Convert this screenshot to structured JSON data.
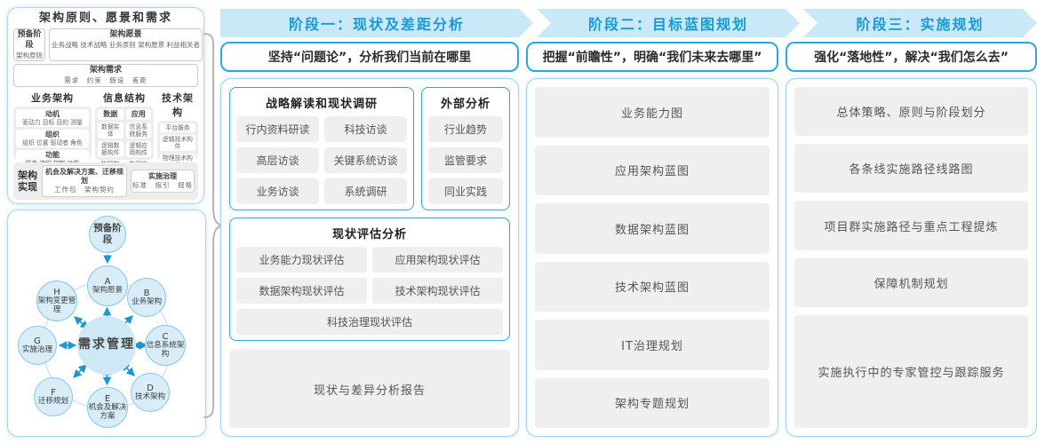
{
  "colors": {
    "accent_blue": "#29a8e0",
    "band_bg": "#c9e8f8",
    "band_text": "#189ad6",
    "gray_box": "#efefef",
    "circle_fill": "#d9edf9",
    "arrow_blue": "#1f97d4"
  },
  "left_panel": {
    "title": "架构原则、愿景和需求",
    "prep_box": {
      "title": "预备阶段",
      "sub": "架构原则"
    },
    "vision_box": {
      "title": "架构愿景",
      "sub": "业务战略 技术战略 业务原则 架构愿景 利益相关者"
    },
    "req_box": {
      "title": "架构需求",
      "sub": "需求　约束　假设　差距"
    },
    "biz": {
      "title": "业务架构",
      "boxes": [
        {
          "title": "动机",
          "sub": "驱动力 目标 目的 测量"
        },
        {
          "title": "组织",
          "sub": "组织 位置 驱动者 角色"
        },
        {
          "title": "功能",
          "sub": "服务 流程 控制 功能"
        }
      ]
    },
    "info": {
      "title": "信息结构",
      "data_col": {
        "title": "数据",
        "items": [
          "数据实体",
          "逻辑数据构件",
          "物理数据构件"
        ]
      },
      "app_col": {
        "title": "应用",
        "items": [
          "信息系统服务",
          "逻辑应用构件",
          "物理应用构件"
        ]
      }
    },
    "tech": {
      "title": "技术架构",
      "items": [
        "平台服务",
        "逻辑技术构件",
        "物理技术构件"
      ]
    },
    "impl": {
      "label": "架构实现",
      "box1": {
        "title": "机会及解决方案、迁移规划",
        "sub": "工作包　架构契约"
      },
      "box2": {
        "title": "实施治理",
        "sub": "标准　指引　规格"
      }
    }
  },
  "adm": {
    "prep": "预备阶段",
    "center": "需求管理",
    "nodes": [
      {
        "letter": "A",
        "label": "架构愿景"
      },
      {
        "letter": "B",
        "label": "业务架构"
      },
      {
        "letter": "C",
        "label": "信息系统架构"
      },
      {
        "letter": "D",
        "label": "技术架构"
      },
      {
        "letter": "E",
        "label": "机会及解决方案"
      },
      {
        "letter": "F",
        "label": "迁移规划"
      },
      {
        "letter": "G",
        "label": "实施治理"
      },
      {
        "letter": "H",
        "label": "架构变更管理"
      }
    ]
  },
  "phases": [
    {
      "header": "阶段一：现状及差距分析",
      "subtitle": "坚持“问题论”，分析我们当前在哪里",
      "survey": {
        "title": "战略解读和现状调研",
        "items": [
          "行内资料研读",
          "科技访谈",
          "高层访谈",
          "关键系统访谈",
          "业务访谈",
          "系统调研"
        ]
      },
      "external": {
        "title": "外部分析",
        "items": [
          "行业趋势",
          "监管要求",
          "同业实践"
        ]
      },
      "assessment": {
        "title": "现状评估分析",
        "items": [
          "业务能力现状评估",
          "应用架构现状评估",
          "数据架构现状评估",
          "技术架构现状评估"
        ],
        "wide_item": "科技治理现状评估"
      },
      "output": "现状与差异分析报告"
    },
    {
      "header": "阶段二：目标蓝图规划",
      "subtitle": "把握“前瞻性”，明确“我们未来去哪里”",
      "items": [
        "业务能力图",
        "应用架构蓝图",
        "数据架构蓝图",
        "技术架构蓝图",
        "IT治理规划",
        "架构专题规划"
      ]
    },
    {
      "header": "阶段三：实施规划",
      "subtitle": "强化“落地性”，解决“我们怎么去”",
      "items": [
        "总体策略、原则与阶段划分",
        "各条线实施路径线路图",
        "项目群实施路径与重点工程提炼",
        "保障机制规划"
      ],
      "tall_item": "实施执行中的专家管控与跟踪服务"
    }
  ]
}
